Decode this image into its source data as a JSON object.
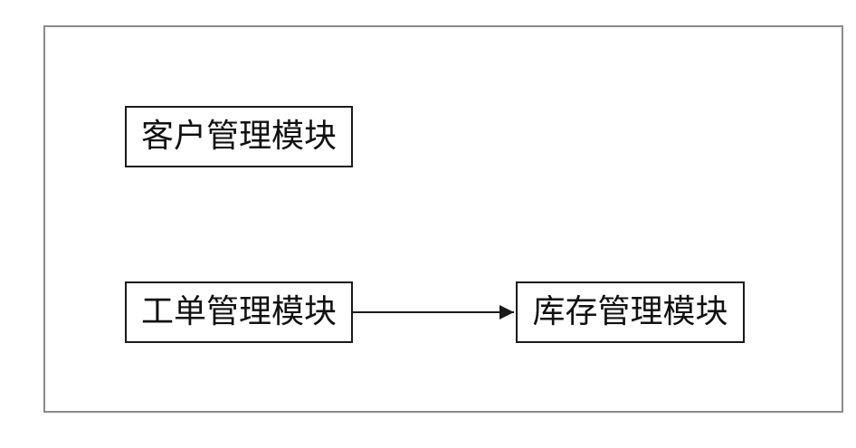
{
  "modules": {
    "customer": {
      "label": "客户管理模块"
    },
    "workorder": {
      "label": "工单管理模块"
    },
    "inventory": {
      "label": "库存管理模块"
    }
  },
  "connections": [
    {
      "from": "workorder",
      "to": "inventory"
    }
  ],
  "colors": {
    "frame_border": "#8a8a8a",
    "box_border": "#1a1a1a",
    "text": "#111111"
  }
}
